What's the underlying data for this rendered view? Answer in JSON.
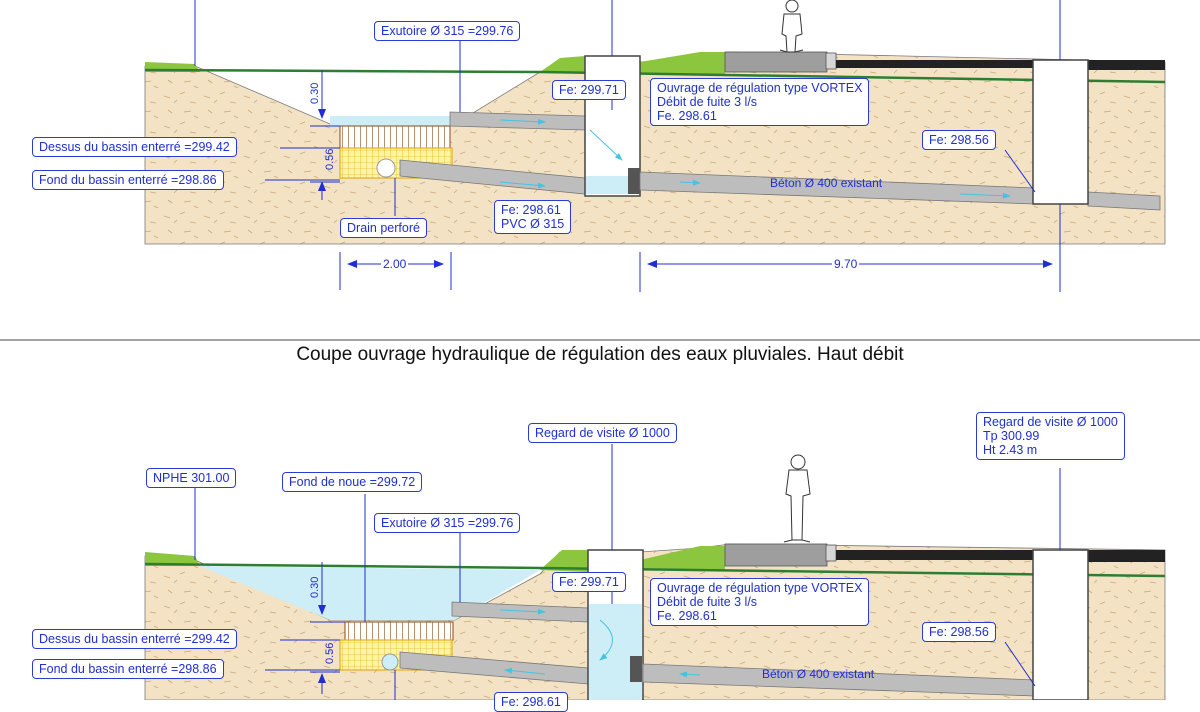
{
  "section_title": "Coupe ouvrage hydraulique de régulation des eaux pluviales. Haut débit",
  "top": {
    "exutoire": "Exutoire Ø 315 =299.76",
    "fe_regard": "Fe: 299.71",
    "vortex": [
      "Ouvrage de régulation type VORTEX",
      "Débit de fuite 3 l/s",
      "Fe. 298.61"
    ],
    "fe_right": "Fe: 298.56",
    "dessus": "Dessus du bassin enterré =299.42",
    "fond": "Fond du bassin enterré =298.86",
    "drain": "Drain perforé",
    "fe_pvc": [
      "Fe: 298.61",
      "PVC Ø 315"
    ],
    "beton": "Béton Ø 400 existant",
    "dim_030": "0.30",
    "dim_056": "0.56",
    "dim_200": "2.00",
    "dim_970": "9.70"
  },
  "bottom": {
    "regard_center": "Regard de visite Ø 1000",
    "regard_right": [
      "Regard de visite Ø 1000",
      "Tp 300.99",
      "Ht 2.43 m"
    ],
    "nphe": "NPHE 301.00",
    "fond_noue": "Fond de noue =299.72",
    "exutoire": "Exutoire Ø 315 =299.76",
    "fe_regard": "Fe: 299.71",
    "vortex": [
      "Ouvrage de régulation type VORTEX",
      "Débit de fuite 3 l/s",
      "Fe. 298.61"
    ],
    "fe_right": "Fe: 298.56",
    "dessus": "Dessus du bassin enterré =299.42",
    "fond": "Fond du bassin enterré =298.86",
    "fe_partial": "Fe: 298.61",
    "beton": "Béton Ø 400 existant",
    "dim_030": "0.30",
    "dim_056": "0.56"
  },
  "colors": {
    "soil": "#f3e2c4",
    "grass": "#8cc63f",
    "water": "#cdeef7",
    "pipe": "#bdbdbd",
    "road": "#222222",
    "label_blue": "#1f2fd0",
    "terrain_line": "#2e7d32",
    "basin_yellow": "#fff3a6"
  }
}
